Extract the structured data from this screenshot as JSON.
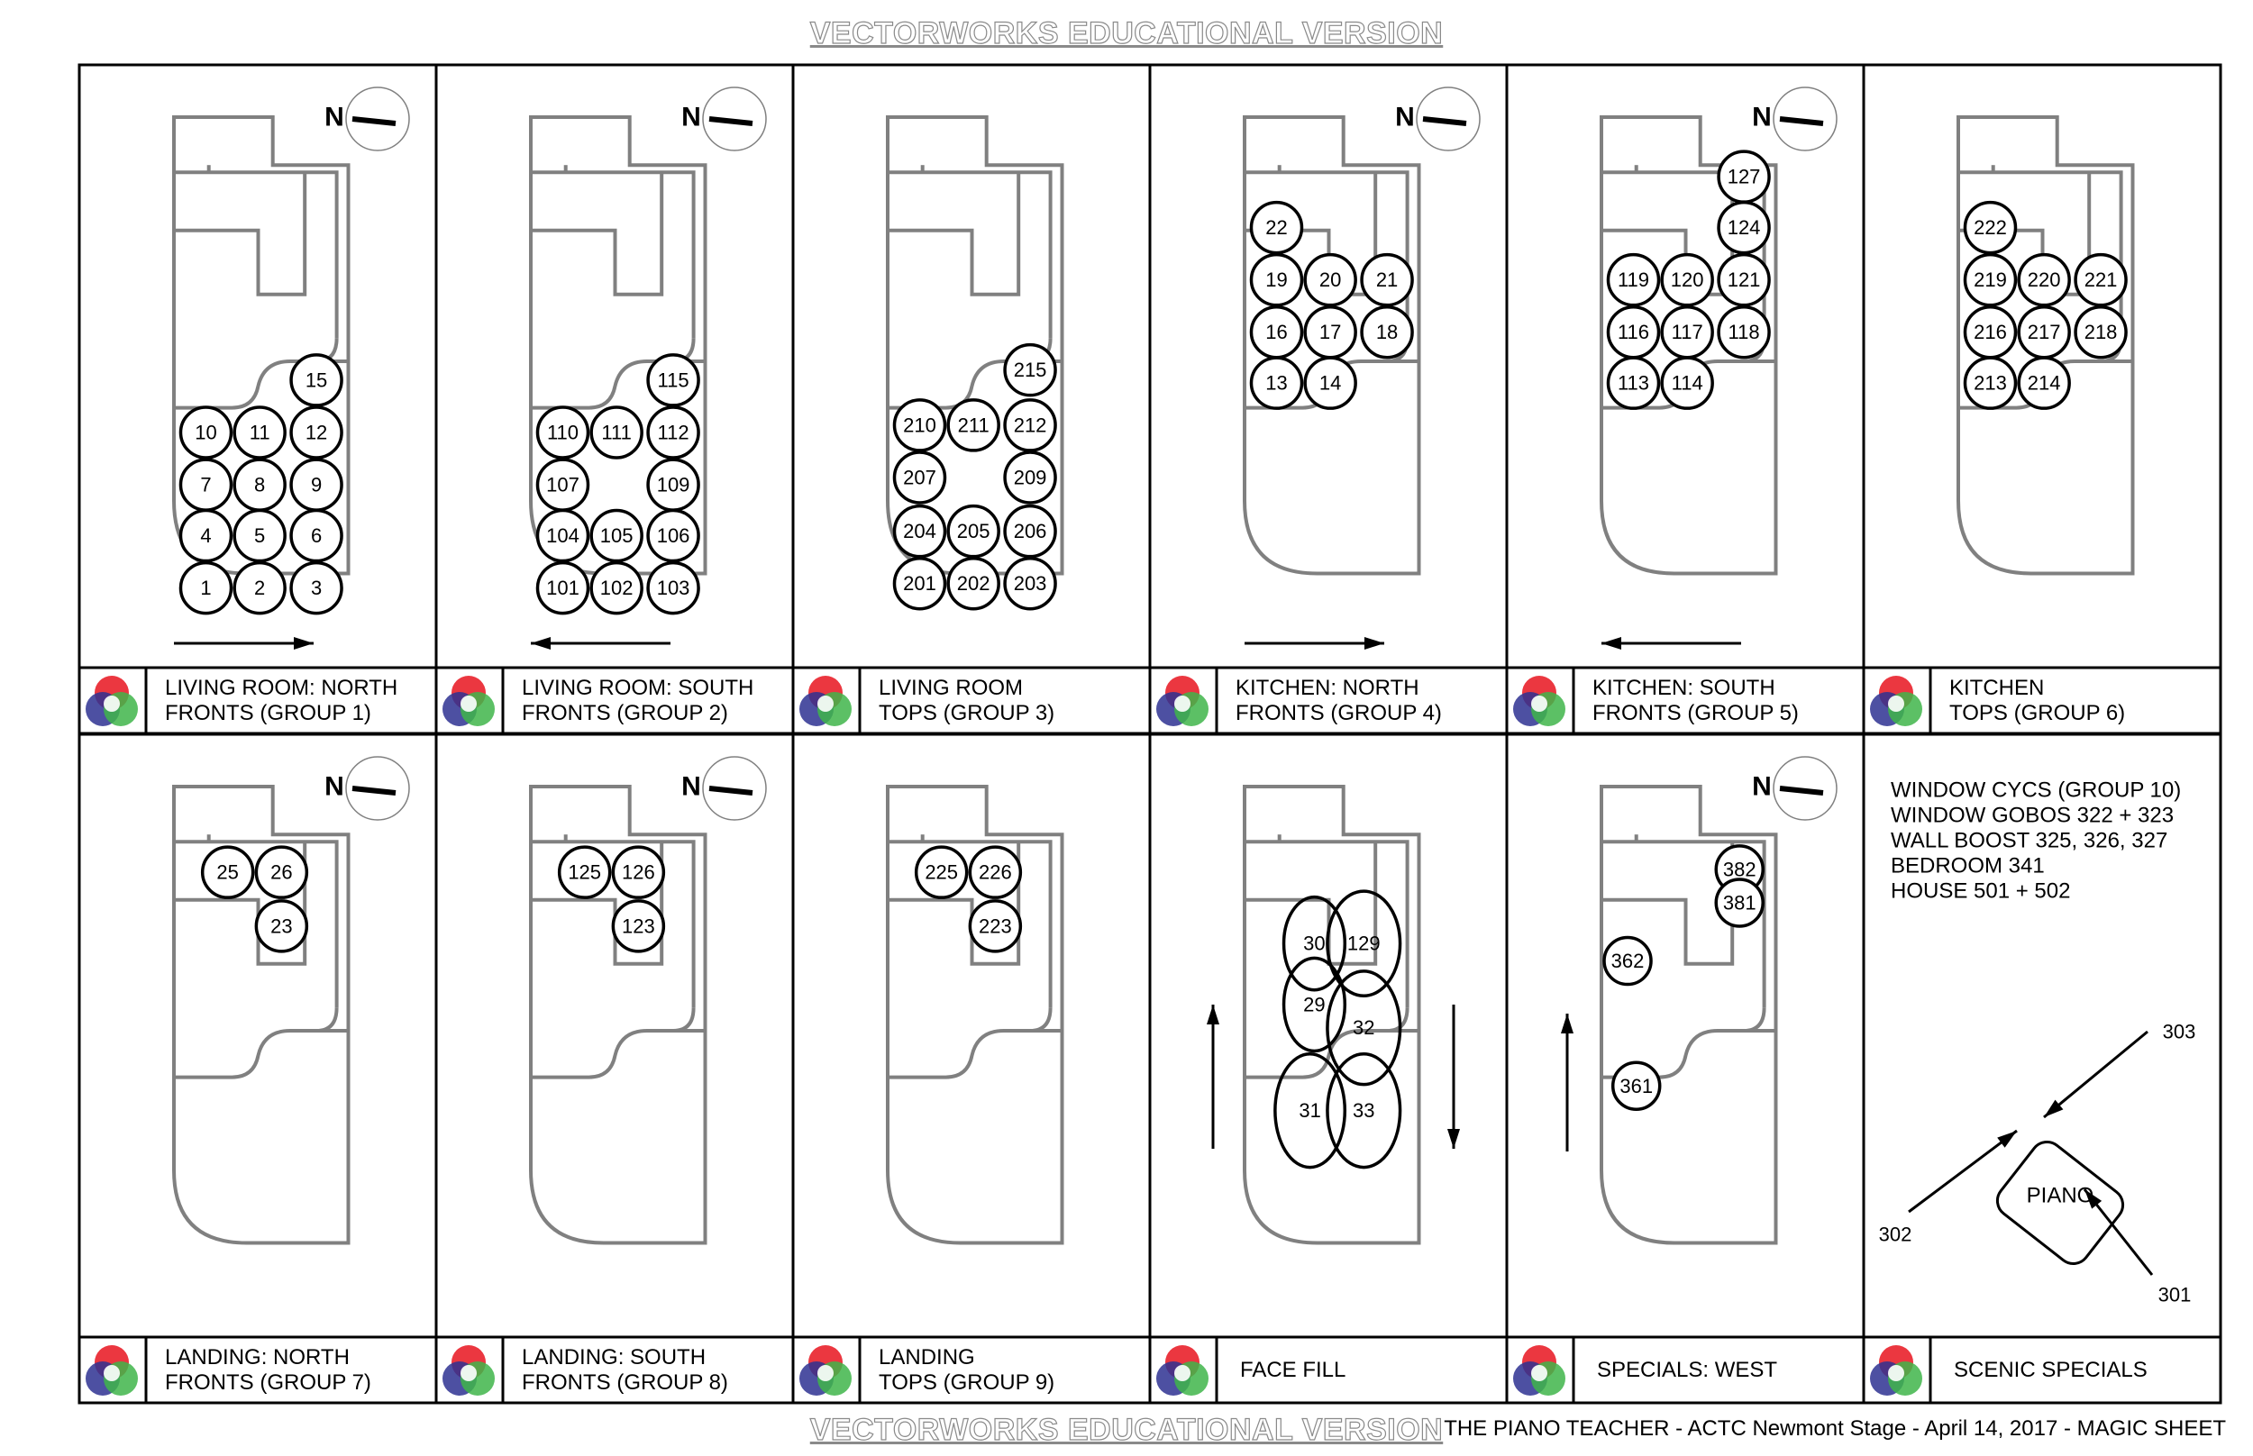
{
  "watermark": "VECTORWORKS EDUCATIONAL VERSION",
  "footer": "THE PIANO TEACHER - ACTC  Newmont Stage - April 14, 2017 - MAGIC SHEET",
  "colors": {
    "stroke": "#000000",
    "plan": "#808080",
    "red": "#e8141e",
    "yellow": "#fff200",
    "green": "#3fb54a",
    "blue": "#2e3192",
    "magenta": "#d21e8c",
    "cyan": "#00a3e0"
  },
  "panels": [
    {
      "label": [
        "LIVING ROOM: NORTH",
        "FRONTS (GROUP 1)"
      ],
      "type": "fronts",
      "arrow": "right",
      "channels": [
        "15",
        "10",
        "11",
        "12",
        "7",
        "8",
        "9",
        "4",
        "5",
        "6",
        "1",
        "2",
        "3"
      ]
    },
    {
      "label": [
        "LIVING ROOM: SOUTH",
        "FRONTS (GROUP 2)"
      ],
      "type": "fronts",
      "arrow": "left",
      "channels": [
        "115",
        "110",
        "111",
        "112",
        "107",
        "109",
        "104",
        "105",
        "106",
        "101",
        "102",
        "103"
      ]
    },
    {
      "label": [
        "LIVING ROOM",
        "TOPS (GROUP 3)"
      ],
      "type": "tops",
      "channels": [
        "215",
        "210",
        "211",
        "212",
        "207",
        "209",
        "204",
        "205",
        "206",
        "201",
        "202",
        "203"
      ]
    },
    {
      "label": [
        "KITCHEN: NORTH",
        "FRONTS (GROUP 4)"
      ],
      "type": "fronts",
      "arrow": "right",
      "channels": [
        "22",
        "19",
        "20",
        "21",
        "16",
        "17",
        "18",
        "13",
        "14"
      ]
    },
    {
      "label": [
        "KITCHEN: SOUTH",
        "FRONTS (GROUP 5)"
      ],
      "type": "fronts",
      "arrow": "left",
      "channels": [
        "127",
        "124",
        "119",
        "120",
        "121",
        "116",
        "117",
        "118",
        "113",
        "114"
      ]
    },
    {
      "label": [
        "KITCHEN",
        "TOPS (GROUP 6)"
      ],
      "type": "tops",
      "channels": [
        "222",
        "219",
        "220",
        "221",
        "216",
        "217",
        "218",
        "213",
        "214"
      ]
    },
    {
      "label": [
        "LANDING: NORTH",
        "FRONTS (GROUP 7)"
      ],
      "type": "fronts",
      "channels": [
        "25",
        "26",
        "23"
      ]
    },
    {
      "label": [
        "LANDING: SOUTH",
        "FRONTS (GROUP 8)"
      ],
      "type": "fronts",
      "channels": [
        "125",
        "126",
        "123"
      ]
    },
    {
      "label": [
        "LANDING",
        "TOPS (GROUP 9)"
      ],
      "type": "tops",
      "channels": [
        "225",
        "226",
        "223"
      ]
    },
    {
      "label": [
        "FACE FILL"
      ],
      "type": "fill",
      "arrows": [
        "up",
        "down"
      ],
      "channels": [
        "30",
        "129",
        "29",
        "32",
        "31",
        "33"
      ]
    },
    {
      "label": [
        "SPECIALS: WEST"
      ],
      "type": "specials",
      "arrow": "up",
      "channels": [
        "382",
        "381",
        "362",
        "361"
      ]
    },
    {
      "label": [
        "SCENIC SPECIALS"
      ],
      "type": "scenic",
      "notes": [
        "WINDOW CYCS (GROUP 10)",
        "WINDOW GOBOS 322 + 323",
        "WALL BOOST 325, 326, 327",
        "BEDROOM 341",
        "HOUSE 501 + 502"
      ],
      "piano_label": "PIANO",
      "channels": [
        "303",
        "302",
        "301"
      ]
    }
  ]
}
